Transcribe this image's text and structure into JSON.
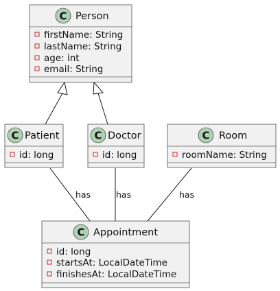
{
  "diagram": {
    "classes": {
      "person": {
        "stereotype_icon": "C",
        "name": "Person",
        "attributes": [
          "firstName: String",
          "lastName: String",
          "age: int",
          "email: String"
        ]
      },
      "patient": {
        "stereotype_icon": "C",
        "name": "Patient",
        "attributes": [
          "id: long"
        ]
      },
      "doctor": {
        "stereotype_icon": "C",
        "name": "Doctor",
        "attributes": [
          "id: long"
        ]
      },
      "room": {
        "stereotype_icon": "C",
        "name": "Room",
        "attributes": [
          "roomName: String"
        ]
      },
      "appointment": {
        "stereotype_icon": "C",
        "name": "Appointment",
        "attributes": [
          "id: long",
          "startsAt: LocalDateTime",
          "finishesAt: LocalDateTime"
        ]
      }
    },
    "relations": [
      {
        "from": "Patient",
        "to": "Person",
        "kind": "inheritance"
      },
      {
        "from": "Doctor",
        "to": "Person",
        "kind": "inheritance"
      },
      {
        "from": "Patient",
        "to": "Appointment",
        "kind": "association",
        "label": "has"
      },
      {
        "from": "Doctor",
        "to": "Appointment",
        "kind": "association",
        "label": "has"
      },
      {
        "from": "Room",
        "to": "Appointment",
        "kind": "association",
        "label": "has"
      }
    ],
    "colors": {
      "class_fill": "#f1f1f1",
      "icon_fill": "#add1b2",
      "visibility_private": "#c82930",
      "line": "#181818"
    }
  }
}
